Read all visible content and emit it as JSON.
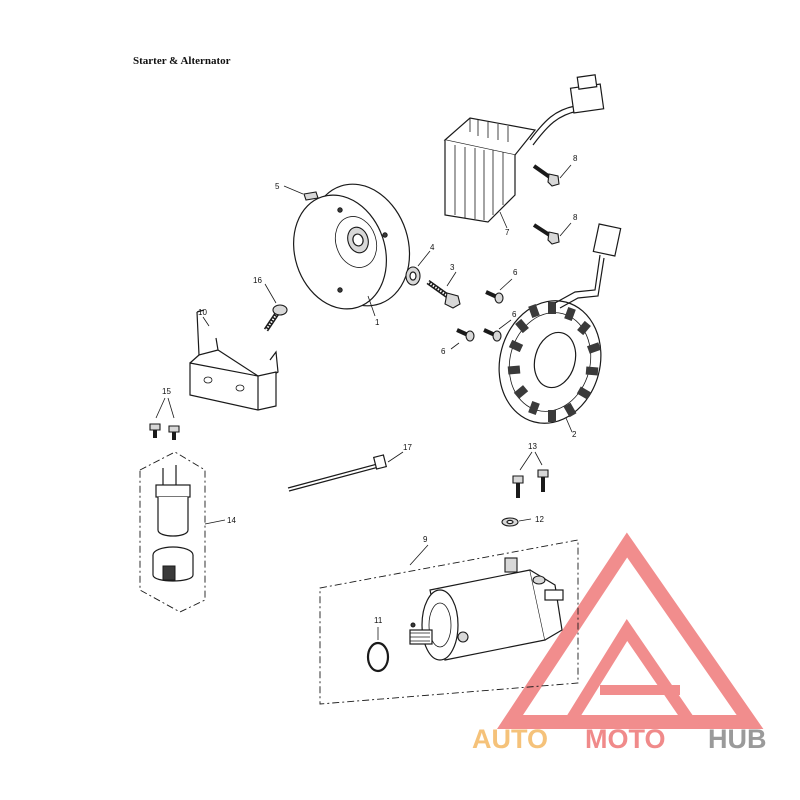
{
  "title": "Starter & Alternator",
  "callouts": {
    "c1": "1",
    "c2": "2",
    "c3": "3",
    "c4": "4",
    "c5": "5",
    "c6a": "6",
    "c6b": "6",
    "c6c": "6",
    "c7": "7",
    "c8a": "8",
    "c8b": "8",
    "c9": "9",
    "c10": "10",
    "c11": "11",
    "c12": "12",
    "c13": "13",
    "c14": "14",
    "c15": "15",
    "c16": "16",
    "c17": "17"
  },
  "watermark": {
    "part1": "AUTO",
    "part2": "MOTO",
    "part3": "HUB",
    "colors": {
      "auto": "#f5c27a",
      "moto": "#f08a8a",
      "hub": "#9a9a9a",
      "triangle": "#ef7a7a"
    }
  }
}
